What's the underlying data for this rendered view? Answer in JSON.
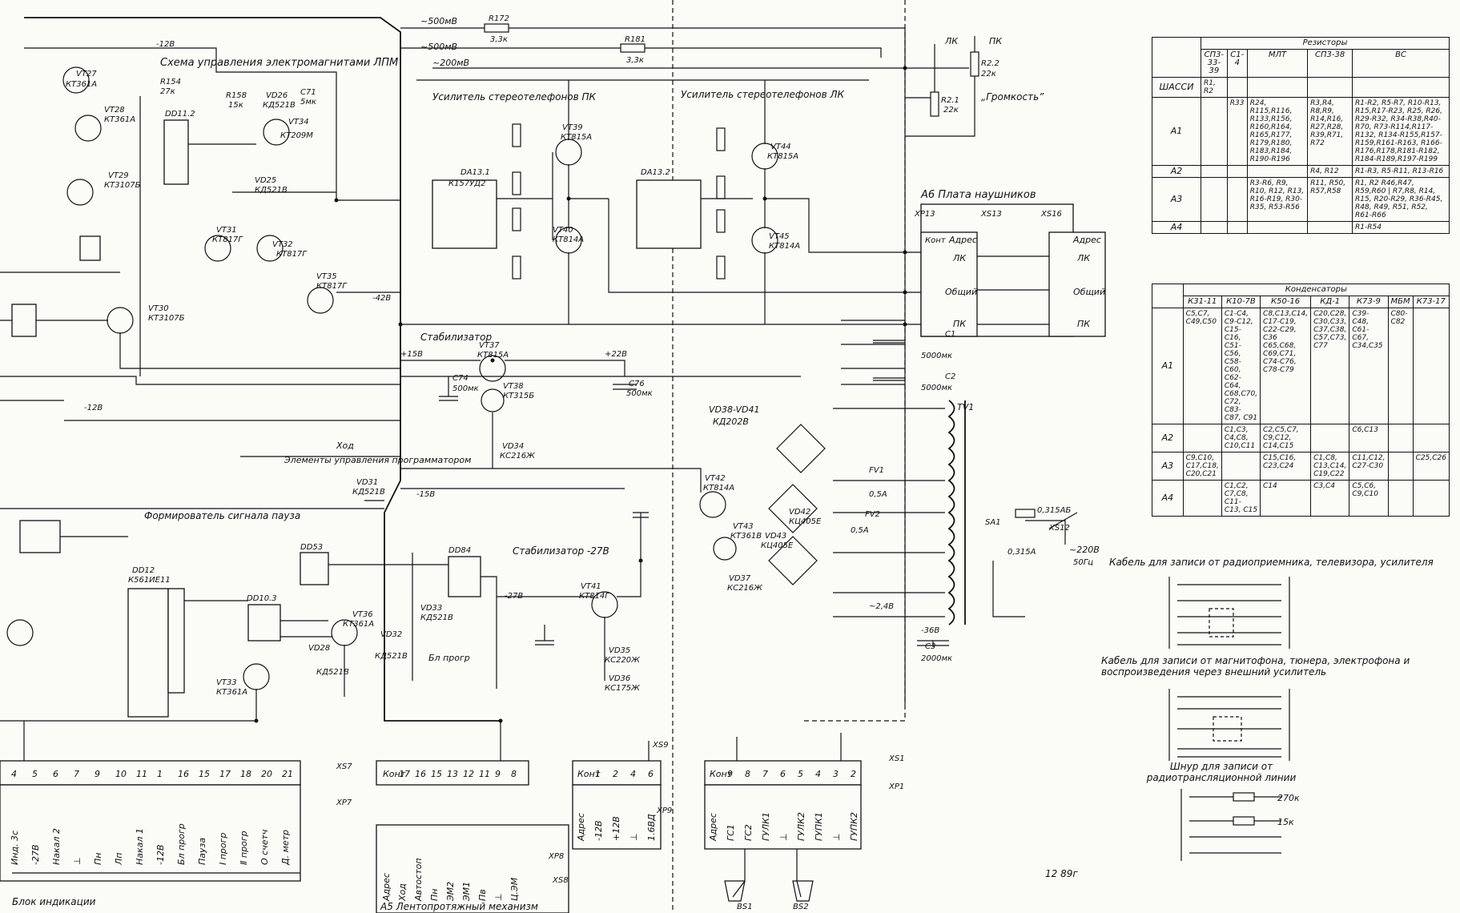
{
  "titles": {
    "emctrl": "Схема управления электромагнитами ЛПМ",
    "amp_pk": "Усилитель стереотелефонов ПК",
    "amp_lk": "Усилитель стереотелефонов ЛК",
    "plate": "А6 Плата наушников",
    "stab": "Стабилизатор",
    "stab27": "Стабилизатор -27В",
    "prog": "Элементы управления программатором",
    "pause": "Формирователь сигнала пауза",
    "indicator": "Блок индикации",
    "mech": "А5 Лентопротяжный механизм",
    "volume": "„Громкость”",
    "date": "12 89г"
  },
  "labels": {
    "dd112": "DD11.2",
    "vt34": "VT34",
    "vt34t": "КТ209М",
    "r158": "R158",
    "r158v": "15к",
    "vd26": "VD26",
    "vd26t": "КД521В",
    "c71": "C71",
    "c71v": "5мк",
    "r154": "R154",
    "r154v": "27к",
    "vd25": "VD25",
    "vd25t": "КД521В",
    "vt31": "VT31",
    "vt31t": "КТ817Г",
    "vt32": "VT32",
    "vt32t": "КТ817Г",
    "vt35": "VT35",
    "vt35t": "КТ817Г",
    "vt30": "VT30",
    "vt30t": "КТ3107Б",
    "vt27": "VT27",
    "vt27t": "КТ361А",
    "vt28": "VT28",
    "vt28t": "КТ361А",
    "vt29": "VT29",
    "vt29t": "КТ3107Б",
    "da131": "DA13.1",
    "da131t": "К157УД2",
    "da132": "DA13.2",
    "vt39": "VT39",
    "vt39t": "КТ815А",
    "vt40": "VT40",
    "vt40t": "КТ814А",
    "vt44": "VT44",
    "vt44t": "КТ815А",
    "vt45": "VT45",
    "vt45t": "КТ814А",
    "vt37": "VT37",
    "vt37t": "КТ815А",
    "vt38": "VT38",
    "vt38t": "КТ315Б",
    "vd34": "VD34",
    "vd34t": "КС216Ж",
    "c74": "C74",
    "c74v": "500мк",
    "c76": "C76",
    "c76v": "500мк",
    "bridge": "VD38-VD41",
    "bridget": "КД202В",
    "vt42": "VT42",
    "vt42t": "КТ814А",
    "vt43": "VT43",
    "vt43t": "КТ361В",
    "vd37": "VD37",
    "vd37t": "КС216Ж",
    "vt41": "VT41",
    "vt41t": "КТ814Г",
    "vd35": "VD35",
    "vd35t": "КС220Ж",
    "vd36": "VD36",
    "vd36t": "КС175Ж",
    "vd42": "VD42",
    "vd42t": "КЦ405Е",
    "vd43": "VD43",
    "vd43t": "КЦ405Е",
    "tv1": "TV1",
    "fv1": "FV1",
    "fv1v": "0,5А",
    "fv2": "FV2",
    "fv2v": "0,5А",
    "sa1": "SA1",
    "fuse": "0,315АБ",
    "fuse2": "0,315А",
    "mains": "~220В",
    "mainsf": "50Гц",
    "xs12": "XS12",
    "c1": "C1",
    "c1v": "5000мк",
    "c2": "C2",
    "c2v": "5000мк",
    "c3": "C3",
    "c3v": "2000мк",
    "r2": "R2.2",
    "r2v": "22к",
    "r21": "R2.1",
    "r21v": "22к",
    "lk": "ЛК",
    "pk": "ПК",
    "xp13": "ХР13",
    "xs13": "XS13",
    "xs16": "XS16",
    "pl_lk": "ЛК",
    "pl_common": "Общий",
    "pl_pk": "ПК",
    "addr": "Адрес",
    "kont": "Конт",
    "m500a": "~500мВ",
    "m500b": "~500мВ",
    "m200": "~200мВ",
    "r172": "R172",
    "r172v": "3,3к",
    "r181": "R181",
    "r181v": "3,3к",
    "dd3": "DD53",
    "dd84": "DD84",
    "dd103": "DD10.3",
    "vt36": "VT36",
    "vt36t": "КТ361А",
    "vt33": "VT33",
    "vt33t": "КТ361А",
    "vd33": "VD33",
    "vd33t": "КД521В",
    "vd32": "VD32",
    "vd32t": "КД521В",
    "vd28": "VD28",
    "vd28t": "КД521В",
    "vd31": "VD31",
    "vd31t": "КД521В",
    "dd12": "DD12",
    "dd12t": "К561ИЕ11",
    "bprogr": "Бл прогр",
    "xod": "Ход",
    "m15": "-15В",
    "p15": "+15В",
    "p22": "+22В",
    "m27": "-27В",
    "m42": "-42В",
    "m12": "-12В",
    "m12b": "-12В",
    "v248": "~2,4В",
    "m36": "-36В",
    "xs9": "XS9",
    "xp9": "ХР9",
    "xs8": "XS8",
    "xp8": "ХР8",
    "xs7": "XS7",
    "xp7": "ХР7",
    "xs1": "XS1",
    "xp1": "ХР1",
    "bs1": "BS1",
    "bs2": "BS2"
  },
  "indicator_cols": [
    "Инд. 3с",
    "-27В",
    "Накал 2",
    "⊥",
    "Пн",
    "Лп",
    "Накал 1",
    "-12В",
    "Бл прогр",
    "Пауза",
    "Ⅰ прогр",
    "Ⅱ прогр",
    "О счетч",
    "Д. метр"
  ],
  "indicator_nums": [
    "4",
    "5",
    "6",
    "7",
    "9",
    "10",
    "11",
    "1",
    "16",
    "15",
    "17",
    "18",
    "20",
    "21"
  ],
  "mech_cols": [
    "Адрес",
    "Ход",
    "Автостоп",
    "Пн",
    "ЭМ2",
    "ЭМ1",
    "Пв",
    "⊥",
    "Ц.ЭМ"
  ],
  "mech_nums": [
    "Конт",
    "17",
    "16",
    "15",
    "13",
    "12",
    "11",
    "9",
    "8"
  ],
  "xp9_cols": [
    "Адрес",
    "-12В",
    "+12В",
    "⊥",
    "1.6ВД"
  ],
  "xp9_nums": [
    "Конт",
    "1",
    "2",
    "4",
    "6"
  ],
  "xp1_cols": [
    "Адрес",
    "ГС1",
    "ГС2",
    "ГУЛК1",
    "⊥",
    "ГУЛК2",
    "ГУПК1",
    "⊥",
    "ГУПК2"
  ],
  "xp1_nums": [
    "Конт",
    "9",
    "8",
    "7",
    "6",
    "5",
    "4",
    "3",
    "2",
    "1"
  ],
  "resistors": {
    "header": "Резисторы",
    "types": [
      "СП3-33-39",
      "С1-4",
      "МЛТ",
      "СП3-38",
      "ВС"
    ],
    "rows": [
      {
        "unit": "ШАССИ",
        "cells": [
          "R1, R2",
          "",
          "",
          "",
          ""
        ]
      },
      {
        "unit": "А1",
        "cells": [
          "",
          "R33",
          "R24, R115,R116, R133,R156, R160,R164, R165,R177, R179,R180, R183,R184, R190-R196",
          "R3,R4, R8,R9, R14,R16, R27,R28, R39,R71, R72",
          "R1-R2, R5-R7, R10-R13, R15,R17-R23, R25, R26, R29-R32, R34-R38,R40-R70, R73-R114,R117-R132, R134-R155,R157-R159,R161-R163, R166-R176,R178,R181-R182, R184-R189,R197-R199"
        ]
      },
      {
        "unit": "А2",
        "cells": [
          "",
          "",
          "",
          "R4, R12",
          "R1-R3, R5-R11, R13-R16"
        ]
      },
      {
        "unit": "А3",
        "cells": [
          "",
          "",
          "R3-R6, R9, R10, R12, R13, R16-R19, R30-R35, R53-R56",
          "R11, R50, R57,R58",
          "R1, R2 R46,R47, R59,R60 | R7,R8, R14, R15, R20-R29, R36-R45, R48, R49, R51, R52, R61-R66"
        ]
      },
      {
        "unit": "А4",
        "cells": [
          "",
          "",
          "",
          "",
          "R1-R54"
        ]
      }
    ]
  },
  "capacitors": {
    "header": "Конденсаторы",
    "types": [
      "К31-11",
      "К10-7В",
      "К50-16",
      "КД-1",
      "К73-9",
      "МБМ",
      "К73-17"
    ],
    "rows": [
      {
        "unit": "А1",
        "cells": [
          "C5,C7, C49,C50",
          "C1-C4, C9-C12, C15-C16, C51-C56, C58-C60, C62-C64, C68,C70, C72, C83-C87, C91",
          "C8,C13,C14, C17-C19, C22-C29, C36 C65,C68, C69,C71, C74-C76, C78-C79",
          "C20,C28, C30,C33, C37,C38, C57,C73, C77",
          "C39-C48, C61-C67, C34,C35",
          "C80-C82",
          ""
        ]
      },
      {
        "unit": "А2",
        "cells": [
          "",
          "C1,C3, C4,C8, C10,C11",
          "C2,C5,C7, C9,C12, C14,C15",
          "",
          "C6,C13",
          "",
          ""
        ]
      },
      {
        "unit": "А3",
        "cells": [
          "C9,C10, C17,C18, C20,C21",
          "",
          "C15,C16, C23,C24",
          "C1,C8, C13,C14, C19,C22",
          "C11,C12, C27-C30",
          "",
          "C25,C26"
        ]
      },
      {
        "unit": "А4",
        "cells": [
          "",
          "C1,C2, C7,C8, C11-C13, C15",
          "C14",
          "C3,C4",
          "C5,C6, C9,C10",
          "",
          ""
        ]
      }
    ]
  },
  "cables": [
    "Кабель для записи от радиоприемника, телевизора, усилителя",
    "Кабель для записи от магнитофона, тюнера, электрофона и воспроизведения через внешний усилитель",
    "Шнур для записи от радиотрансляционной линии"
  ],
  "cable_res": [
    "270к",
    "15к"
  ]
}
